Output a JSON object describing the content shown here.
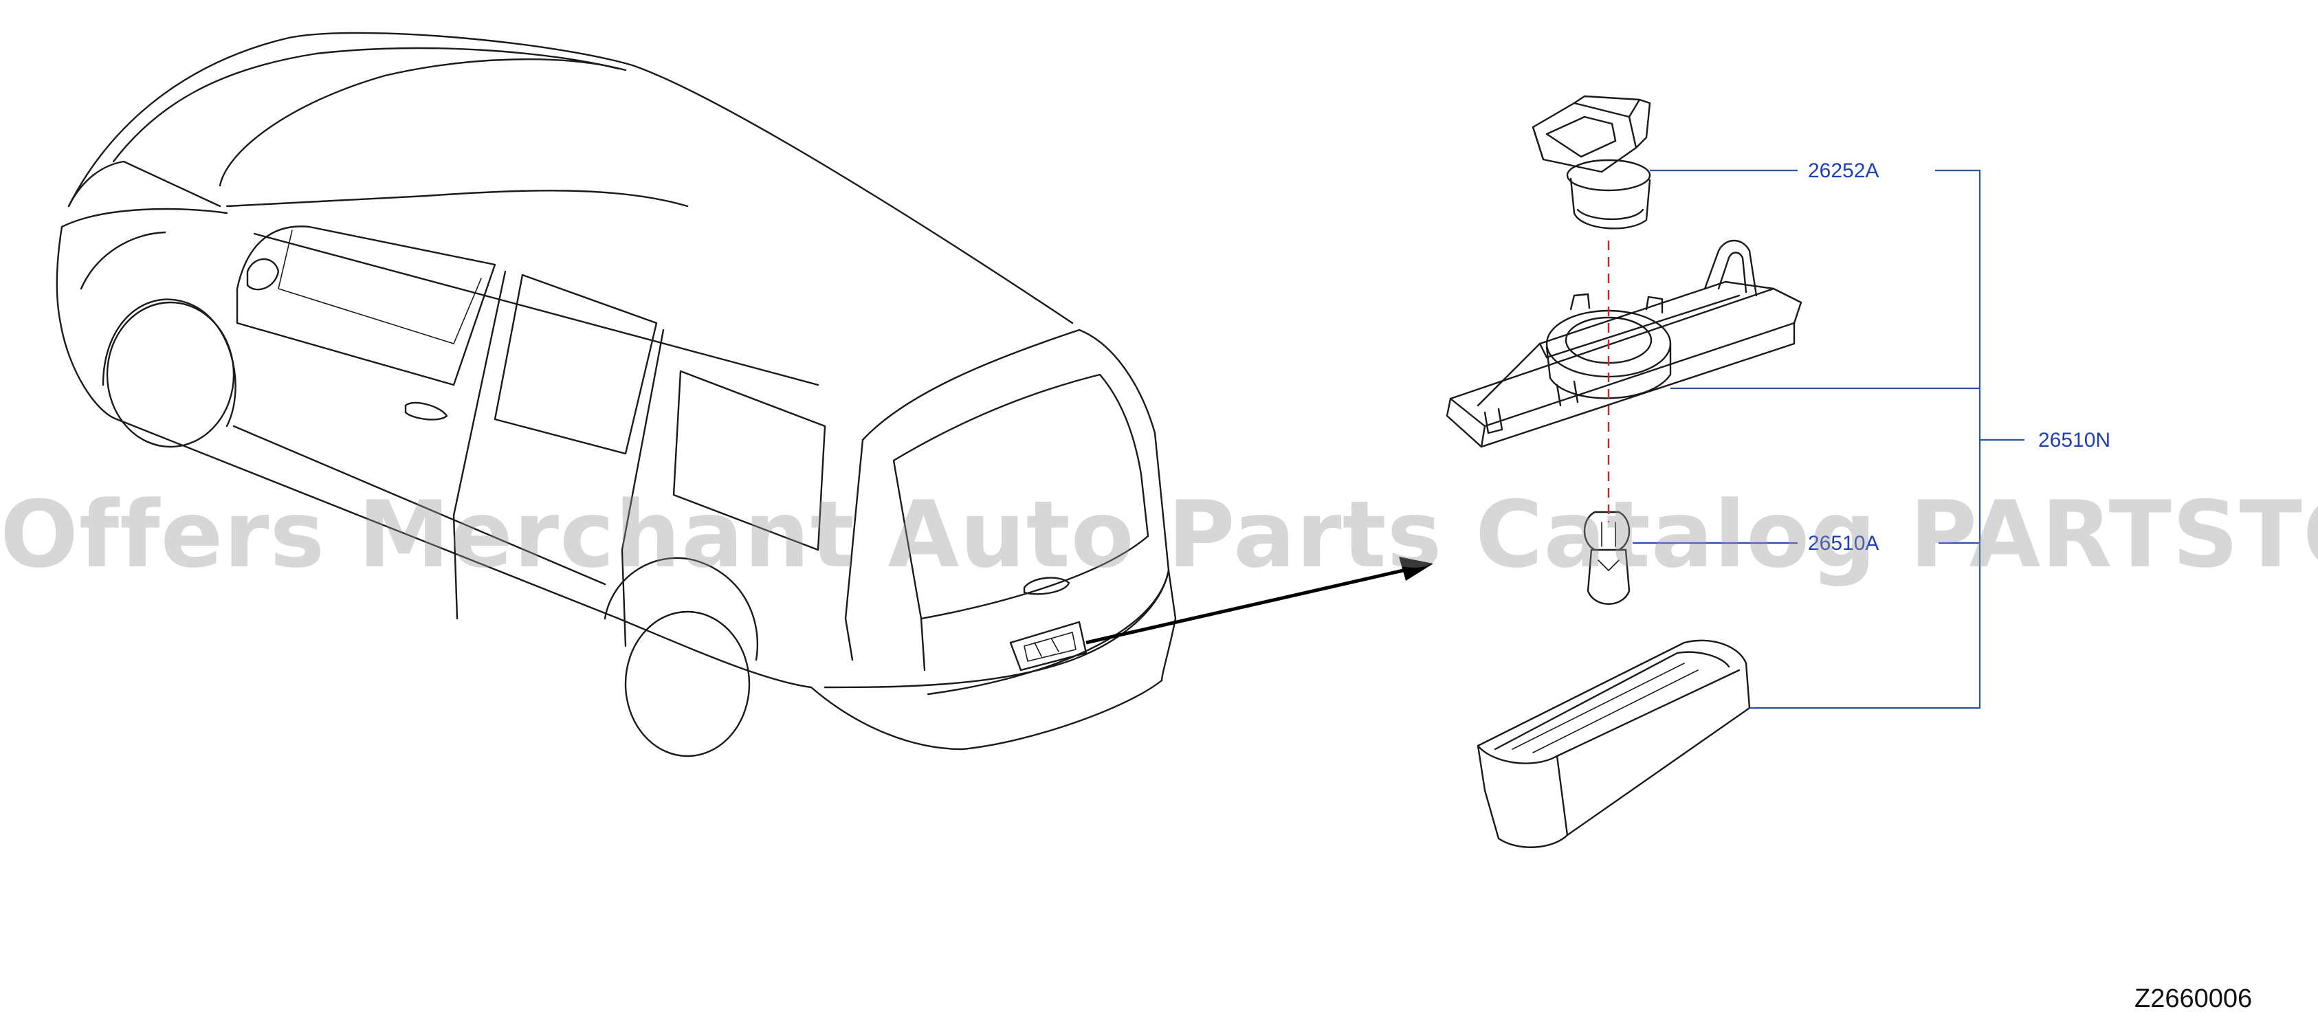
{
  "parts": {
    "socket": "26252A",
    "lamp_assembly": "26510N",
    "bulb": "26510A"
  },
  "diagram_code": "Z2660006",
  "watermark": "Offers Merchant Auto Parts Catalog PARTSTORE.SA",
  "colors": {
    "leader": "#2a52a8",
    "label": "#1e3fb5",
    "centerline": "#d2232a",
    "linework": "#1a1a1a",
    "watermark": "#969696"
  }
}
